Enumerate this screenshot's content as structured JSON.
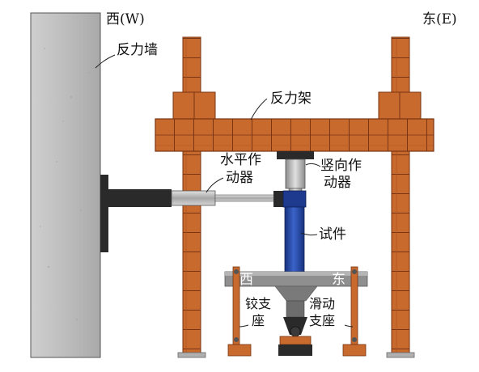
{
  "labels": {
    "west": "西(W)",
    "east": "东(E)",
    "reaction_wall": "反力墙",
    "reaction_frame": "反力架",
    "horizontal_actuator_line1": "水平作",
    "horizontal_actuator_line2": "动器",
    "vertical_actuator_line1": "竖向作",
    "vertical_actuator_line2": "动器",
    "specimen": "试件",
    "beam_west": "西",
    "beam_east": "东",
    "hinge_support_line1": "铰支",
    "hinge_support_line2": "座",
    "sliding_support_line1": "滑动",
    "sliding_support_line2": "支座"
  },
  "colors": {
    "wall": "#bdbdbd",
    "brick": "#c8692e",
    "brick_edge": "#7a3512",
    "specimen": "#2648a8",
    "steel": "#a8a8a8",
    "dark": "#2a2a2a"
  }
}
